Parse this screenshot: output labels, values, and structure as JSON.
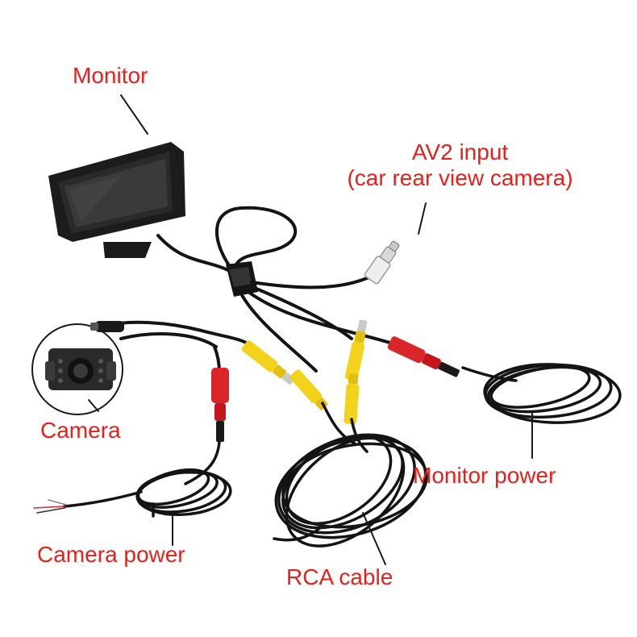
{
  "labels": {
    "monitor": "Monitor",
    "av2_line1": "AV2 input",
    "av2_line2": "(car rear view camera)",
    "camera": "Camera",
    "camera_power": "Camera power",
    "rca_cable": "RCA cable",
    "monitor_power": "Monitor power"
  },
  "colors": {
    "label_text": "#e8201c",
    "pointer_line": "#1a1a1a",
    "cable": "#141414",
    "rca_yellow": "#f2d21a",
    "power_red": "#d9262b",
    "rca_white": "#eeeeee",
    "metal": "#c9c9c9",
    "monitor_body": "#202020"
  }
}
